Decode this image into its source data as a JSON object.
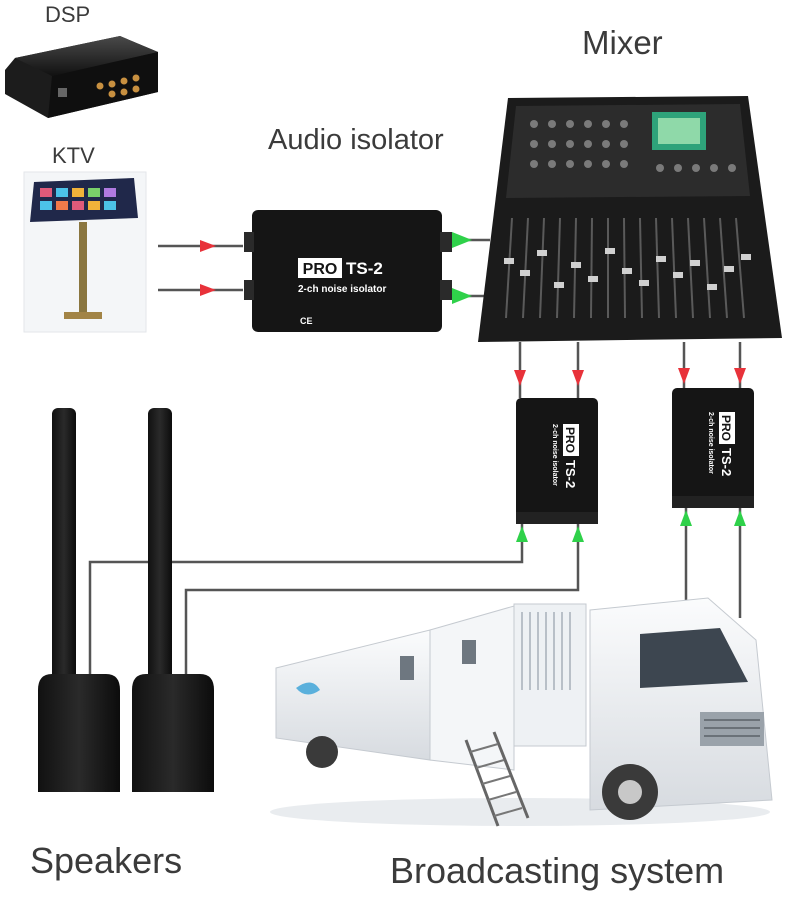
{
  "labels": {
    "dsp": "DSP",
    "ktv": "KTV",
    "isolator": "Audio isolator",
    "mixer": "Mixer",
    "speakers": "Speakers",
    "broadcast": "Broadcasting system"
  },
  "device": {
    "brand": "PRO",
    "model": "TS-2",
    "subtitle": "2-ch noise isolator"
  },
  "colors": {
    "signal_in": "#e8323a",
    "signal_out": "#2fd14a",
    "cable": "#555555",
    "device_body": "#151515"
  }
}
